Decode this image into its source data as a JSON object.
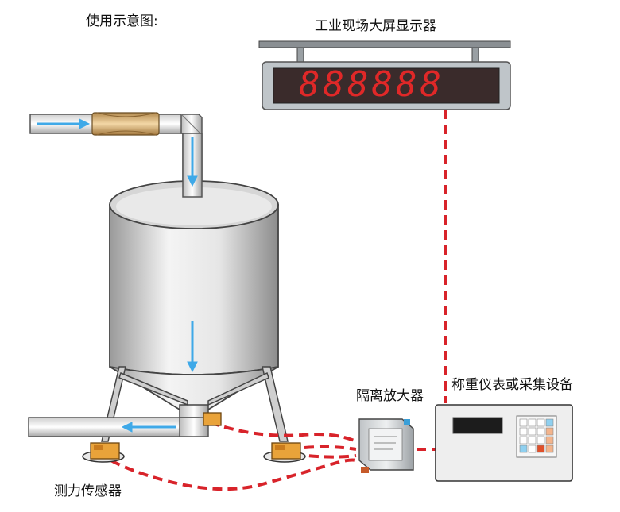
{
  "labels": {
    "usage_diagram": "使用示意图:",
    "big_display": "工业现场大屏显示器",
    "display_digits": "888888",
    "isolation_amplifier": "隔离放大器",
    "weighing_instrument": "称重仪表或采集设备",
    "load_cell": "测力传感器"
  },
  "colors": {
    "signal_line": "#d8232a",
    "flow_arrow": "#3fa9e8",
    "led_digit": "#e02828",
    "display_panel": "#3a2b2b",
    "tank_body": "#d9d9d9"
  },
  "icons": {
    "flow_arrows": "arrow-right / arrow-down / arrow-left"
  }
}
